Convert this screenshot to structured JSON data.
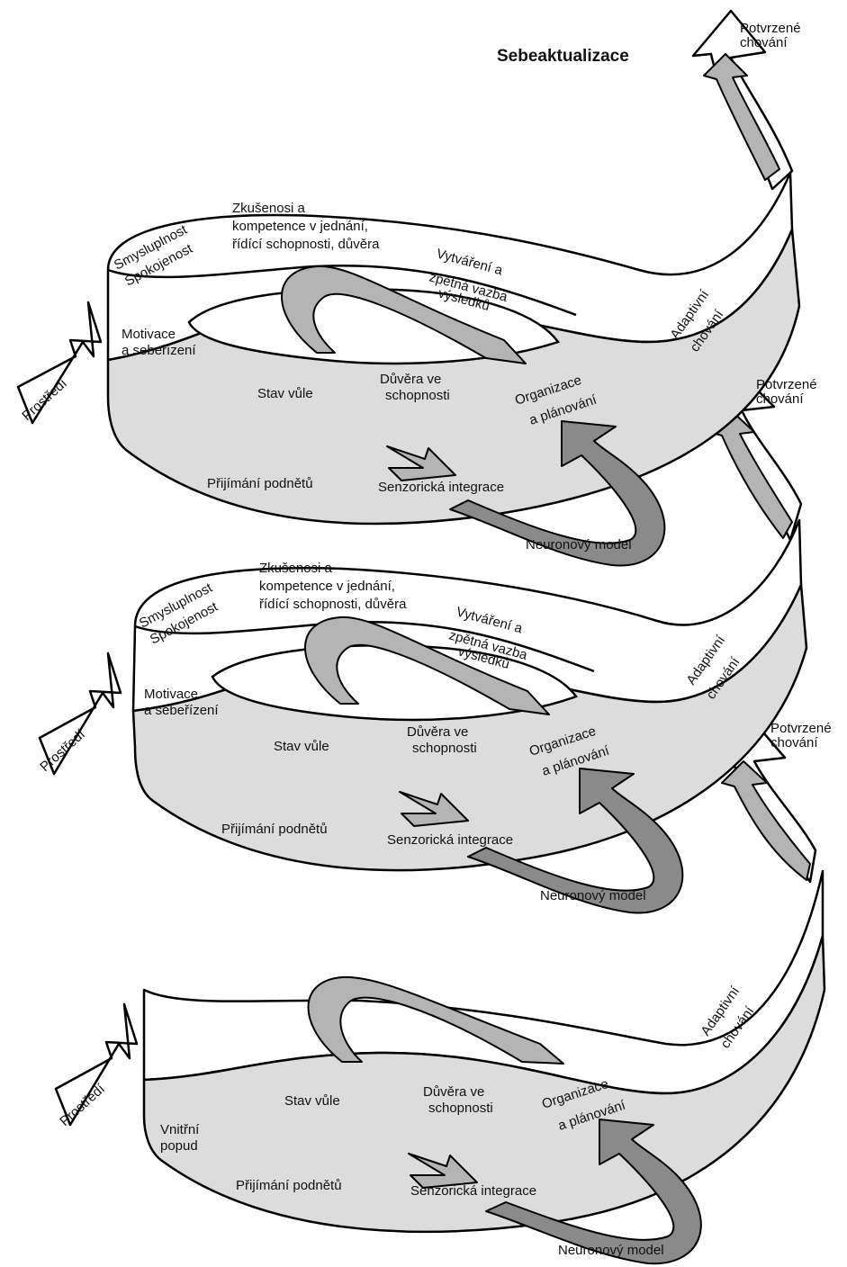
{
  "title": "Sebeaktualizace",
  "levels": [
    {
      "environment": "Prostředí",
      "meaning": [
        "Smysluplnost",
        "Spokojenost"
      ],
      "experience": [
        "Zkušenosi a",
        "kompetence v jednání,",
        "řídící schopnosti, důvěra"
      ],
      "feedback": [
        "Vytváření a",
        "zpětná vazba",
        "výsledků"
      ],
      "motivation": [
        "Motivace",
        "a sebeřízení"
      ],
      "will": "Stav vůle",
      "confidence": [
        "Důvěra ve",
        "schopnosti"
      ],
      "planning": [
        "Organizace",
        "a plánování"
      ],
      "adaptive": [
        "Adaptivní",
        "chování"
      ],
      "stimuli": "Přijímání podnětů",
      "integration": "Senzorická integrace",
      "neural": "Neuronový model",
      "confirmed": [
        "Potvrzené",
        "chování"
      ]
    },
    {
      "environment": "Prostředí",
      "meaning": [
        "Smysluplnost",
        "Spokojenost"
      ],
      "experience": [
        "Zkušenosi a",
        "kompetence v jednání,",
        "řídící schopnosti, důvěra"
      ],
      "feedback": [
        "Vytváření a",
        "zpětná vazba",
        "výsledků"
      ],
      "motivation": [
        "Motivace",
        "a sebeřízení"
      ],
      "will": "Stav vůle",
      "confidence": [
        "Důvěra ve",
        "schopnosti"
      ],
      "planning": [
        "Organizace",
        "a plánování"
      ],
      "adaptive": [
        "Adaptivní",
        "chování"
      ],
      "stimuli": "Přijímání podnětů",
      "integration": "Senzorická integrace",
      "neural": "Neuronový model",
      "confirmed": [
        "Potvrzené",
        "chování"
      ]
    },
    {
      "environment": "Prostředí",
      "drive": [
        "Vnitřní",
        "popud"
      ],
      "will": "Stav vůle",
      "confidence": [
        "Důvěra ve",
        "schopnosti"
      ],
      "planning": [
        "Organizace",
        "a plánování"
      ],
      "adaptive": [
        "Adaptivní",
        "chování"
      ],
      "stimuli": "Přijímání podnětů",
      "integration": "Senzorická integrace",
      "neural": "Neuronový model",
      "confirmed": [
        "Potvrzené",
        "chování"
      ]
    }
  ]
}
